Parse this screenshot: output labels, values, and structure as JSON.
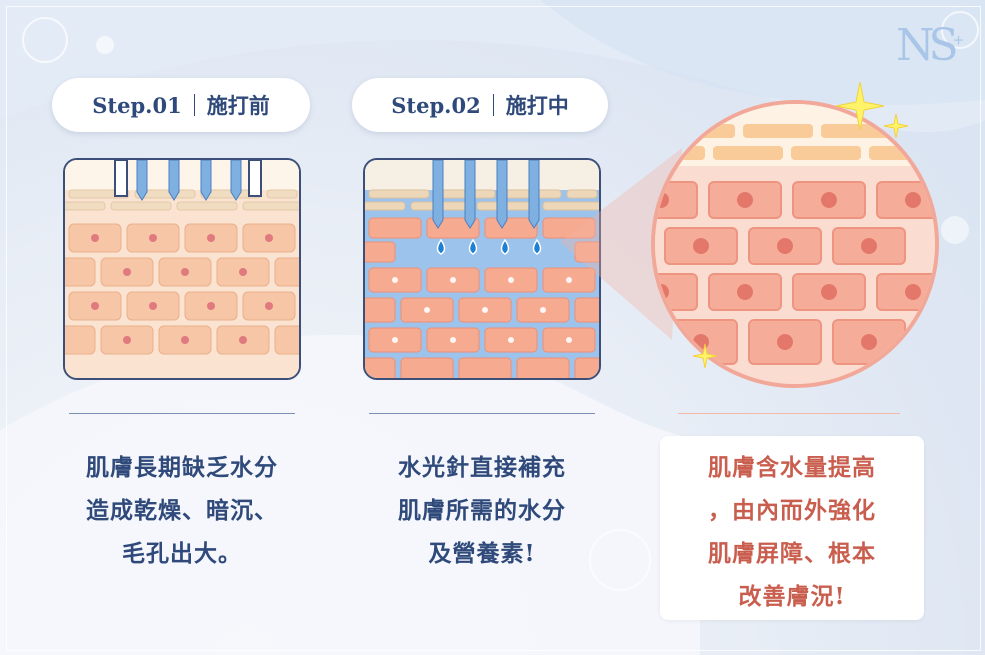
{
  "logo": {
    "text": "NS",
    "mark": "+"
  },
  "steps": [
    {
      "label": "Step.01",
      "title": "施打前",
      "description": [
        "肌膚長期缺乏水分",
        "造成乾燥、暗沉、",
        "毛孔出大。"
      ]
    },
    {
      "label": "Step.02",
      "title": "施打中",
      "description": [
        "水光針直接補充",
        "肌膚所需的水分",
        "及營養素!"
      ]
    }
  ],
  "result": {
    "description": [
      "肌膚含水量提高",
      "，由內而外強化",
      "肌膚屏障、根本",
      "改善膚況!"
    ]
  },
  "colors": {
    "navy": "#2f4a7a",
    "accent_red": "#c95e4e",
    "skin_cell": "#f3c4a6",
    "hydrated_cell": "#f4a98f",
    "water": "#8fb9e8"
  }
}
